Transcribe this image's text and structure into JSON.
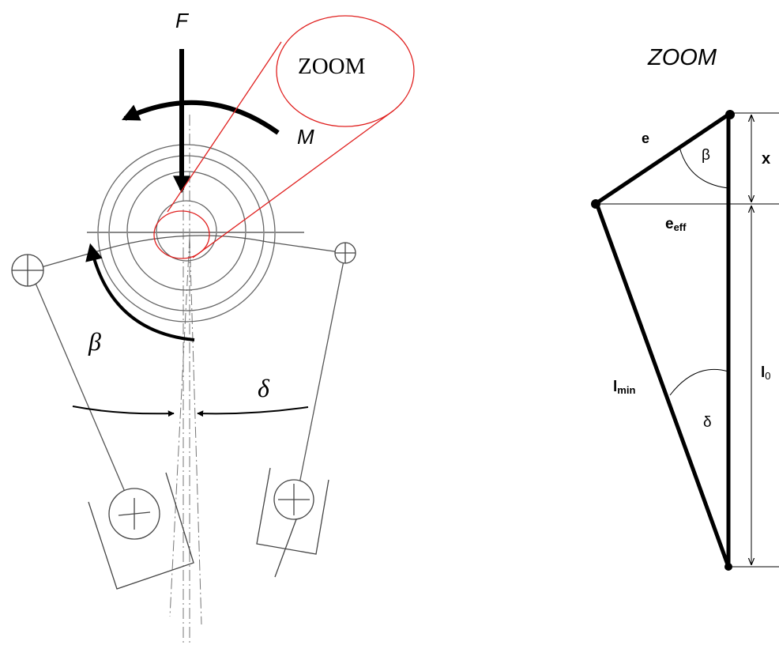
{
  "left_diagram": {
    "force_label": "F",
    "moment_label": "M",
    "zoom_bubble_label": "ZOOM",
    "beta_label": "β",
    "delta_label": "δ"
  },
  "right_diagram": {
    "title": "ZOOM",
    "e_label": "e",
    "beta_label": "β",
    "x_label": "x",
    "e_eff_main": "e",
    "e_eff_sub": "eff",
    "l0_main": "l",
    "l0_sub": "0",
    "lmin_main": "l",
    "lmin_sub": "min",
    "delta_label": "δ"
  },
  "colors": {
    "ink": "#000000",
    "thin_ink": "#444444",
    "zoom_red": "#e0201f"
  }
}
